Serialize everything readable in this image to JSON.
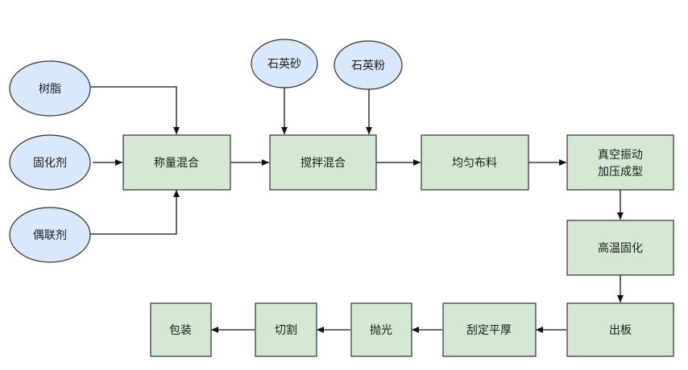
{
  "diagram": {
    "inputs": {
      "resin": "树脂",
      "curing_agent": "固化剂",
      "coupling_agent": "偶联剂",
      "quartz_sand": "石英砂",
      "quartz_powder": "石英粉"
    },
    "steps": {
      "weigh_mix": "称量混合",
      "stir_mix": "搅拌混合",
      "spread": "均匀布料",
      "vacuum_line1": "真空振动",
      "vacuum_line2": "加压成型",
      "cure": "高温固化",
      "demold": "出板",
      "scrape": "刮定平厚",
      "polish": "抛光",
      "cut": "切割",
      "package": "包装"
    },
    "colors": {
      "process_fill": "#d5e8d4",
      "input_fill": "#dae8fc",
      "stroke": "#2f2f2f"
    }
  }
}
